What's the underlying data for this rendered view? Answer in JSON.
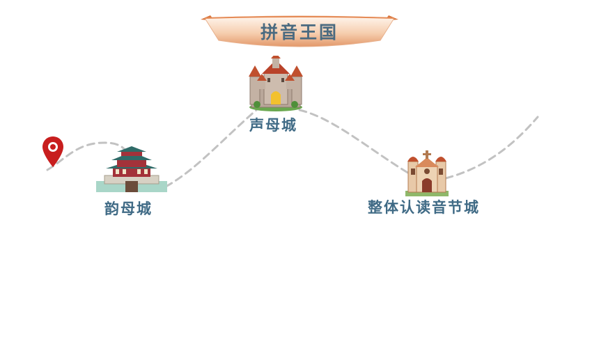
{
  "title": "拼音王国",
  "cities": {
    "shengmu": "声母城",
    "yunmu": "韵母城",
    "zhengti": "整体认读音节城"
  },
  "colors": {
    "title_text": "#4a6a80",
    "label_text": "#3f6a85",
    "banner_light": "#fdeee0",
    "banner_dark": "#e8a070",
    "path": "#c2c2c2",
    "pin": "#c81e1e"
  },
  "icons": [
    "location-pin-icon",
    "castle-icon",
    "bell-tower-icon",
    "church-icon"
  ]
}
